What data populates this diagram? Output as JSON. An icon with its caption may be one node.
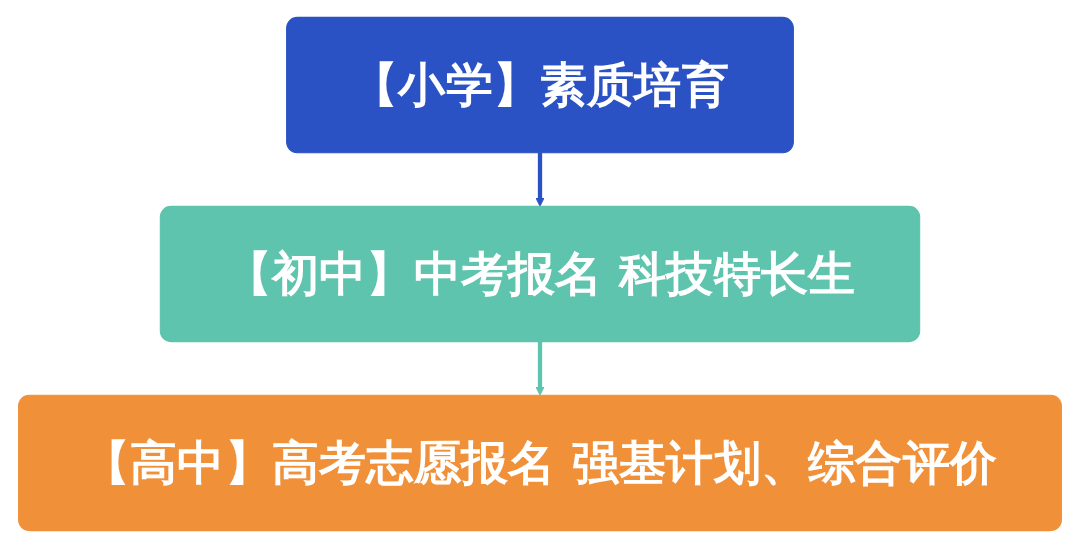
{
  "diagram": {
    "nodes": [
      {
        "text": [
          "【小学】素质培育"
        ]
      },
      {
        "text": [
          "【初中】中考报名 科技特长生"
        ]
      },
      {
        "text": [
          "【高中】高考志愿报名 强基计划、综合评价"
        ]
      }
    ],
    "edges": [
      {
        "from": 0,
        "to": 1,
        "arrow": "to",
        "color": "#2b52c4"
      },
      {
        "from": 1,
        "to": 2,
        "arrow": "to",
        "color": "#5ec4ae"
      }
    ]
  }
}
